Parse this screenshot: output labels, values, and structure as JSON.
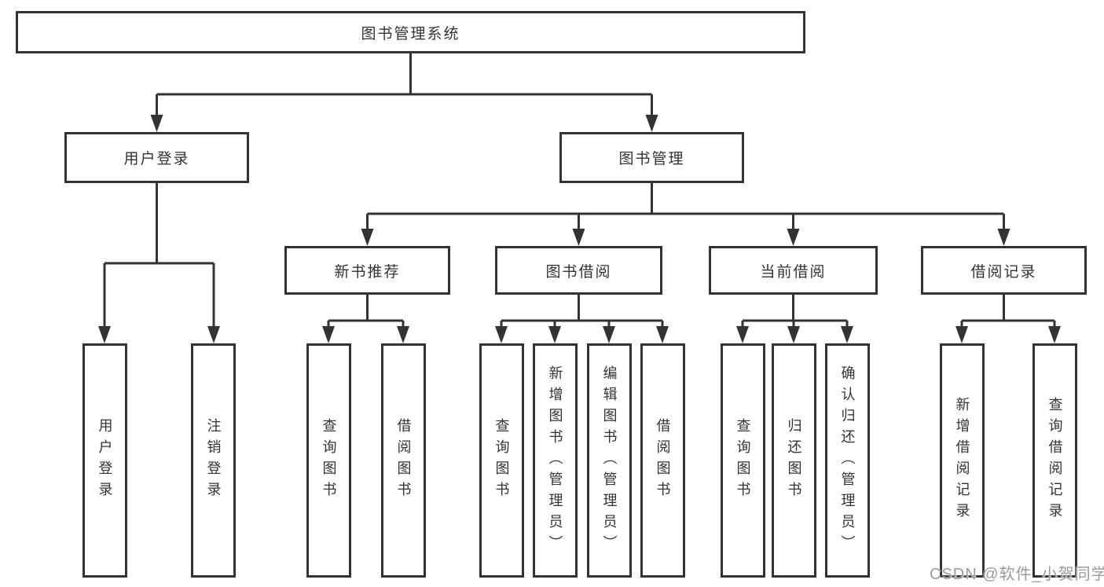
{
  "diagram": {
    "title": "图书管理系统",
    "nodes": {
      "root": "图书管理系统",
      "level1": [
        {
          "id": "user-login",
          "label": "用户登录"
        },
        {
          "id": "book-management",
          "label": "图书管理"
        }
      ],
      "level2": [
        {
          "id": "new-book-recommend",
          "label": "新书推荐"
        },
        {
          "id": "book-borrowing",
          "label": "图书借阅"
        },
        {
          "id": "current-borrowing",
          "label": "当前借阅"
        },
        {
          "id": "borrowing-records",
          "label": "借阅记录"
        }
      ],
      "leaves": [
        {
          "parent": "user-login",
          "label": "用户登录"
        },
        {
          "parent": "user-login",
          "label": "注销登录"
        },
        {
          "parent": "new-book-recommend",
          "label": "查询图书"
        },
        {
          "parent": "new-book-recommend",
          "label": "借阅图书"
        },
        {
          "parent": "book-borrowing",
          "label": "查询图书"
        },
        {
          "parent": "book-borrowing",
          "label": "新增图书（管理员）"
        },
        {
          "parent": "book-borrowing",
          "label": "编辑图书（管理员）"
        },
        {
          "parent": "book-borrowing",
          "label": "借阅图书"
        },
        {
          "parent": "current-borrowing",
          "label": "查询图书"
        },
        {
          "parent": "current-borrowing",
          "label": "归还图书"
        },
        {
          "parent": "current-borrowing",
          "label": "确认归还（管理员）"
        },
        {
          "parent": "borrowing-records",
          "label": "新增借阅记录"
        },
        {
          "parent": "borrowing-records",
          "label": "查询借阅记录"
        }
      ]
    },
    "watermark": "CSDN @软件_小贺同学",
    "colors": {
      "line": "#333333",
      "box_border": "#333333",
      "text": "#333333",
      "watermark": "#9b9b9b",
      "background": "#ffffff"
    }
  }
}
